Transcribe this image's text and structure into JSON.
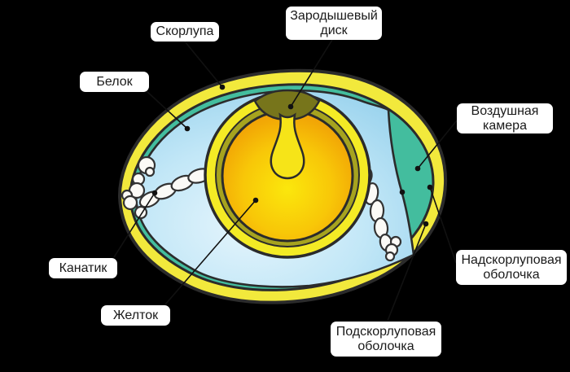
{
  "diagram": {
    "type": "egg-anatomy-cross-section",
    "labels": {
      "shell": {
        "text": "Скорлупа"
      },
      "germinal_disc": {
        "text": "Зародышевый диск"
      },
      "albumen": {
        "text": "Белок"
      },
      "air_chamber": {
        "text": "Воздушная камера"
      },
      "chalaza": {
        "text": "Канатик"
      },
      "yolk": {
        "text": "Желток"
      },
      "outer_membrane": {
        "text": "Надскорлуповая оболочка"
      },
      "inner_membrane": {
        "text": "Подскорлуповая оболочка"
      }
    },
    "colors": {
      "background": "#000000",
      "outline": "#2b2b2b",
      "shell_yellow": "#f2e93c",
      "membrane_teal": "#43bd9e",
      "albumen_edge": "#9cd4ee",
      "albumen_center": "#e6f5fc",
      "yolk_ring_yellow": "#f4eb25",
      "yolk_ring_olive": "#a6a31f",
      "yolk_center": "#fbe70c",
      "yolk_edge": "#f09d05",
      "germinal_disc_olive": "#77751b",
      "latebra_yellow": "#f6e418",
      "chalaza_white": "#fbfaf6",
      "leader_black": "#111111",
      "label_bg": "#ffffff",
      "label_text": "#1a1a1a"
    }
  }
}
